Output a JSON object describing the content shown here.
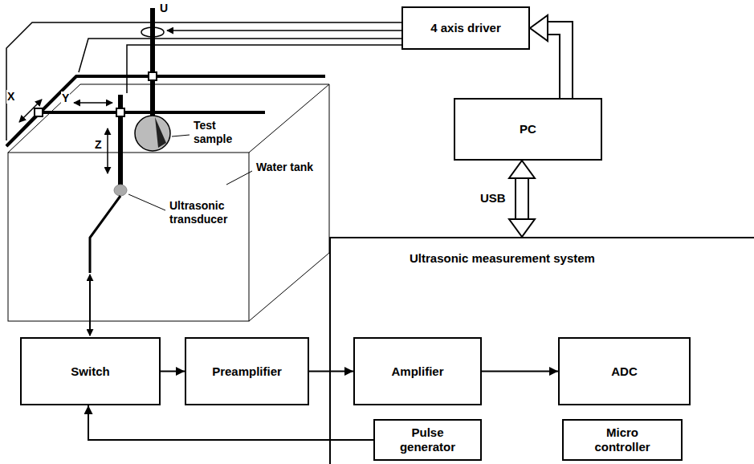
{
  "diagram": {
    "nodes": [
      {
        "text": [
          "4 axis driver"
        ]
      },
      {
        "text": [
          "PC"
        ]
      },
      {
        "text": [
          "Switch"
        ]
      },
      {
        "text": [
          "Preamplifier"
        ]
      },
      {
        "text": [
          "Ultrasonic measurement system"
        ]
      },
      {
        "text": [
          "Amplifier"
        ],
        "in": 4
      },
      {
        "text": [
          "ADC"
        ],
        "in": 4
      },
      {
        "text": [
          "Pulse generator"
        ],
        "in": 4
      },
      {
        "text": [
          "Micro controller"
        ],
        "in": 4
      }
    ],
    "edges": [
      {
        "from": 1,
        "to": 0,
        "arrow": "to"
      },
      {
        "from": 1,
        "to": 4,
        "label": "USB",
        "arrow": "both"
      },
      {
        "from": 2,
        "to": 3,
        "arrow": "to"
      },
      {
        "from": 3,
        "to": 5,
        "arrow": "to"
      },
      {
        "from": 5,
        "to": 6,
        "arrow": "to"
      },
      {
        "from": 7,
        "to": 2,
        "arrow": "to"
      }
    ],
    "labels": [
      "U",
      "X",
      "Y",
      "Z",
      "Test sample",
      "Water tank",
      "Ultrasonic transducer"
    ]
  }
}
